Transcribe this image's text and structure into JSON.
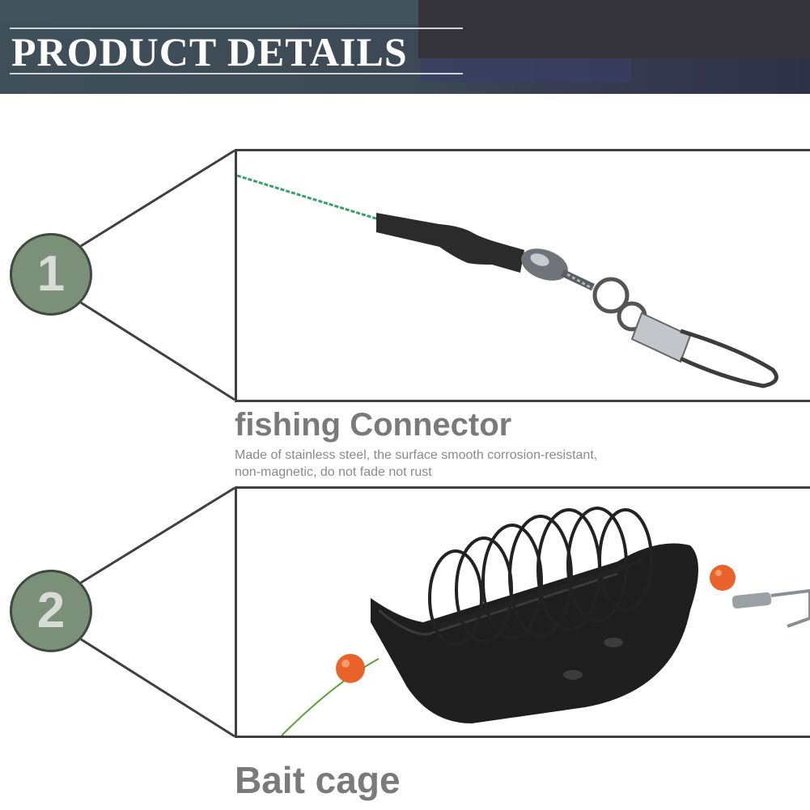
{
  "header": {
    "title": "PRODUCT DETAILS"
  },
  "items": [
    {
      "number": "1",
      "title": "fishing Connector",
      "description_lines": [
        "Made of stainless steel, the surface smooth corrosion-resistant,",
        "non-magnetic, do not fade not rust"
      ],
      "image_icon": "swivel-snap-connector"
    },
    {
      "number": "2",
      "title": "Bait cage",
      "image_icon": "spring-bait-cage"
    }
  ],
  "colors": {
    "banner": "#3d4a55",
    "badge": "#7a9078",
    "title_text": "#7a7a7a",
    "frame": "#404040"
  }
}
